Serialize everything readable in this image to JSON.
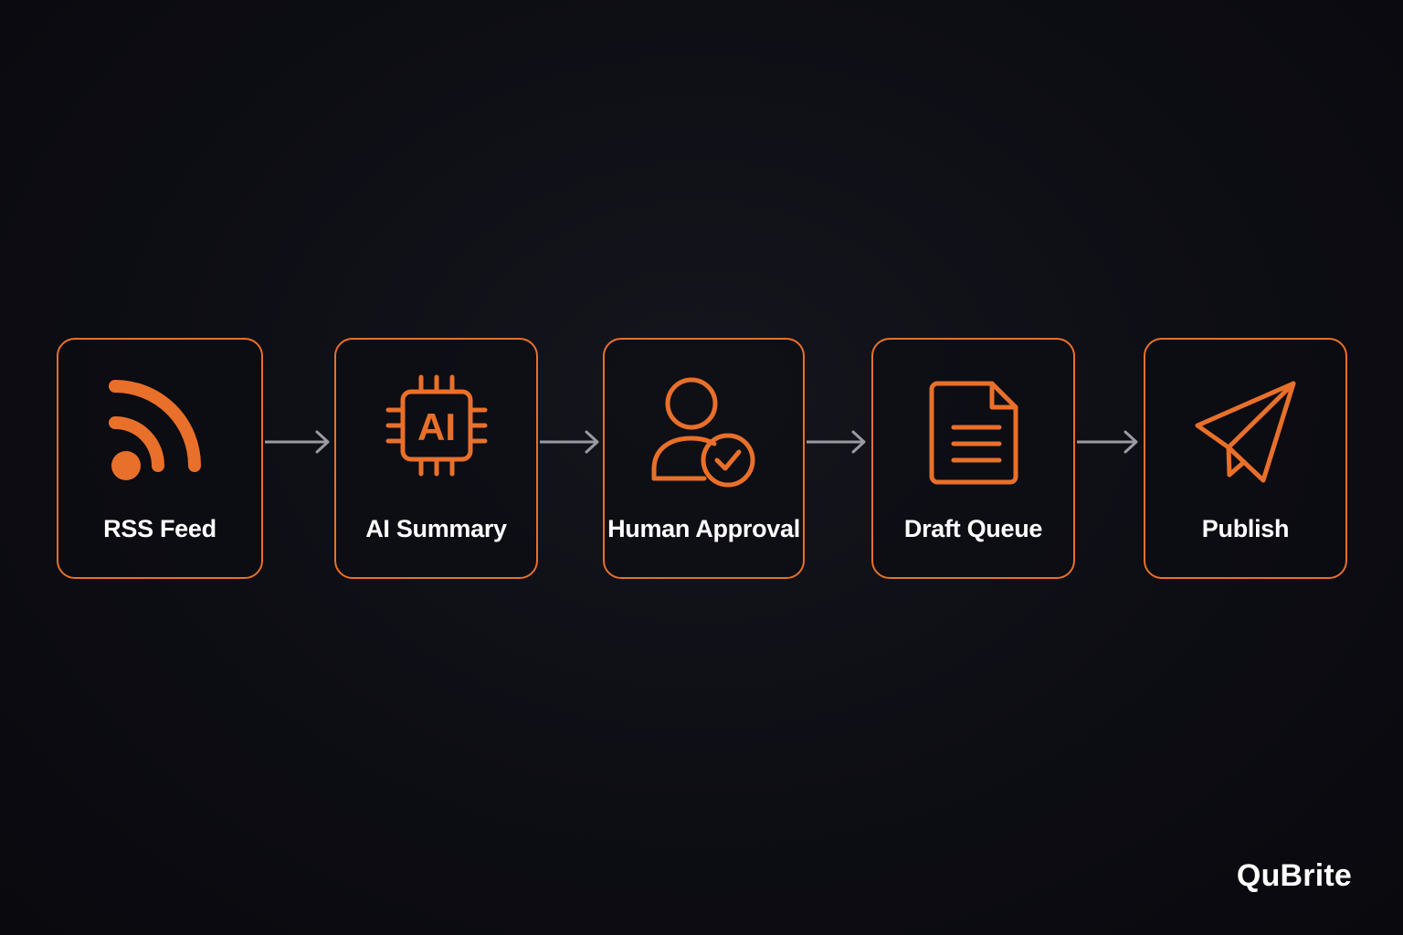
{
  "diagram": {
    "accent_color": "#e8702a",
    "steps": [
      {
        "label": "RSS Feed",
        "icon": "rss-icon"
      },
      {
        "label": "AI Summary",
        "icon": "ai-chip-icon",
        "icon_text": "AI"
      },
      {
        "label": "Human Approval",
        "icon": "user-check-icon"
      },
      {
        "label": "Draft Queue",
        "icon": "document-icon"
      },
      {
        "label": "Publish",
        "icon": "paper-plane-icon"
      }
    ],
    "connector": "arrow-right-icon"
  },
  "brand": {
    "name": "QuBrite"
  }
}
